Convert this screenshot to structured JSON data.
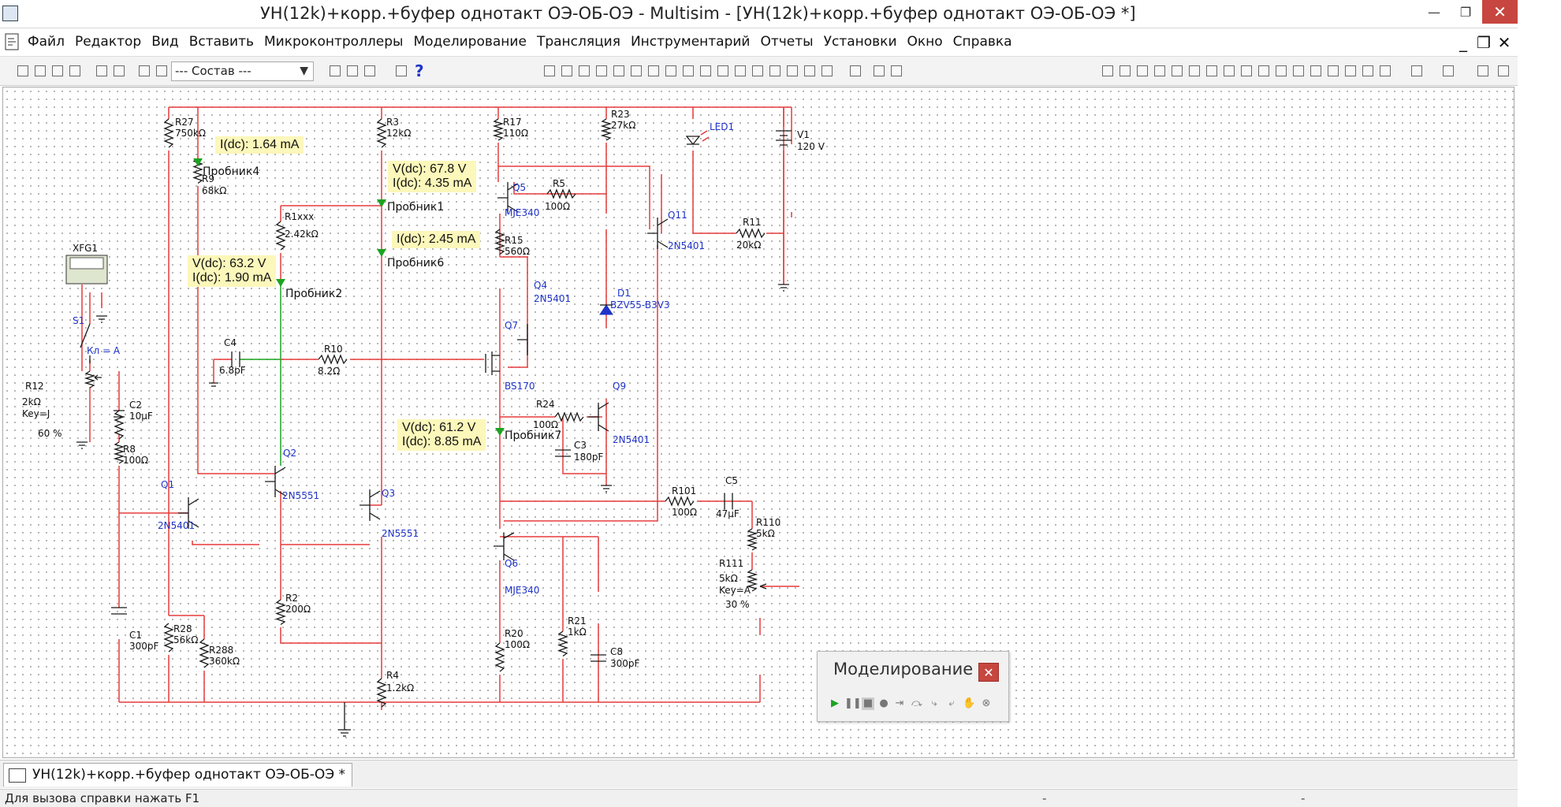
{
  "window": {
    "title": "УН(12k)+корр.+буфер однотакт ОЭ-ОБ-ОЭ - Multisim - [УН(12k)+корр.+буфер однотакт ОЭ-ОБ-ОЭ *]",
    "minimize": "—",
    "maximize": "❐",
    "close": "✕"
  },
  "menu": {
    "items": [
      {
        "label": "Файл"
      },
      {
        "label": "Редактор"
      },
      {
        "label": "Вид"
      },
      {
        "label": "Вставить"
      },
      {
        "label": "Микроконтроллеры"
      },
      {
        "label": "Моделирование"
      },
      {
        "label": "Трансляция"
      },
      {
        "label": "Инструментарий"
      },
      {
        "label": "Отчеты"
      },
      {
        "label": "Установки"
      },
      {
        "label": "Окно"
      },
      {
        "label": "Справка"
      }
    ],
    "mdi_minimize": "_",
    "mdi_restore": "❐",
    "mdi_close": "✕"
  },
  "toolbar": {
    "component_select": "--- Состав ---",
    "help_glyph": "?"
  },
  "probes": [
    {
      "text": "I(dc): 1.64 mA"
    },
    {
      "text": "V(dc): 67.8 V\nI(dc): 4.35 mA"
    },
    {
      "text": "I(dc): 2.45 mA"
    },
    {
      "text": "V(dc): 63.2 V\nI(dc): 1.90 mA"
    },
    {
      "text": "V(dc): 61.2 V\nI(dc): 8.85 mA"
    }
  ],
  "probe_names": [
    "Пробник4",
    "Пробник1",
    "Пробник6",
    "Пробник2",
    "Пробник7"
  ],
  "components": {
    "R27": {
      "ref": "R27",
      "value": "750kΩ"
    },
    "R9": {
      "ref": "R9",
      "value": "68kΩ"
    },
    "R3": {
      "ref": "R3",
      "value": "12kΩ"
    },
    "R1xxx": {
      "ref": "R1xxx",
      "value": "2.42kΩ"
    },
    "R17": {
      "ref": "R17",
      "value": "110Ω"
    },
    "R23": {
      "ref": "R23",
      "value": "27kΩ"
    },
    "R5": {
      "ref": "R5",
      "value": "100Ω"
    },
    "R15": {
      "ref": "R15",
      "value": "560Ω"
    },
    "R11": {
      "ref": "R11",
      "value": "20kΩ"
    },
    "R10": {
      "ref": "R10",
      "value": "8.2Ω"
    },
    "R12": {
      "ref": "R12",
      "value": "2kΩ",
      "key": "Key=J",
      "pct": "60 %"
    },
    "R8": {
      "ref": "R8",
      "value": "100Ω"
    },
    "R24": {
      "ref": "R24",
      "value": "100Ω"
    },
    "R101": {
      "ref": "R101",
      "value": "100Ω"
    },
    "R110": {
      "ref": "R110",
      "value": "5kΩ"
    },
    "R111": {
      "ref": "R111",
      "value": "5kΩ",
      "key": "Key=A",
      "pct": "30 %"
    },
    "R28": {
      "ref": "R28",
      "value": "56kΩ"
    },
    "R288": {
      "ref": "R288",
      "value": "360kΩ"
    },
    "R2": {
      "ref": "R2",
      "value": "200Ω"
    },
    "R4": {
      "ref": "R4",
      "value": "1.2kΩ"
    },
    "R20": {
      "ref": "R20",
      "value": "100Ω"
    },
    "R21": {
      "ref": "R21",
      "value": "1kΩ"
    },
    "C4": {
      "ref": "C4",
      "value": "6.8pF"
    },
    "C2": {
      "ref": "C2",
      "value": "10µF"
    },
    "C1": {
      "ref": "C1",
      "value": "300pF"
    },
    "C3": {
      "ref": "C3",
      "value": "180pF"
    },
    "C5": {
      "ref": "C5",
      "value": "47µF"
    },
    "C8": {
      "ref": "C8",
      "value": "300pF"
    },
    "V1": {
      "ref": "V1",
      "value": "120 V"
    },
    "LED1": {
      "ref": "LED1"
    },
    "D1": {
      "ref": "D1",
      "value": "BZV55-B3V3"
    },
    "XFG1": {
      "ref": "XFG1"
    },
    "S1": {
      "ref": "S1",
      "value": "Кл = A"
    },
    "Q1": {
      "ref": "Q1",
      "value": "2N5401"
    },
    "Q2": {
      "ref": "Q2",
      "value": "2N5551"
    },
    "Q3": {
      "ref": "Q3",
      "value": "2N5551"
    },
    "Q4": {
      "ref": "Q4",
      "value": "2N5401"
    },
    "Q5": {
      "ref": "Q5",
      "value": "MJE340"
    },
    "Q6": {
      "ref": "Q6",
      "value": "MJE340"
    },
    "Q7": {
      "ref": "Q7",
      "value": "BS170"
    },
    "Q9": {
      "ref": "Q9",
      "value": "2N5401"
    },
    "Q11": {
      "ref": "Q11",
      "value": "2N5401"
    }
  },
  "sim_panel": {
    "title": "Моделирование",
    "close": "✕"
  },
  "tab": {
    "label": "УН(12k)+корр.+буфер однотакт ОЭ-ОБ-ОЭ *"
  },
  "status": {
    "text": "Для вызова справки нажать F1",
    "sep1": "-",
    "sep2": "-"
  },
  "colors": {
    "wire": "#e53b3b",
    "probe_wire": "#1ca321",
    "part_label": "#1f34c8",
    "probe_bg": "#fcf7ba",
    "close_red": "#c7463f"
  }
}
